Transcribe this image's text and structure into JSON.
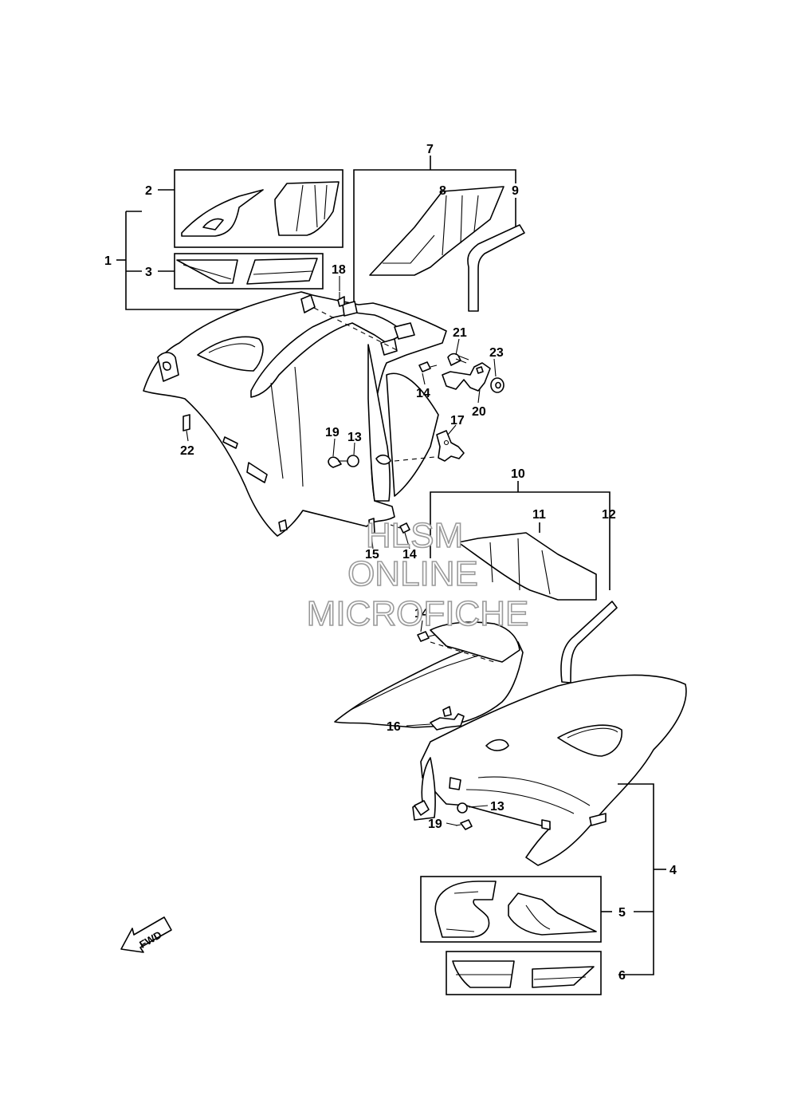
{
  "labels": {
    "p1": "1",
    "p2": "2",
    "p3": "3",
    "p4": "4",
    "p5": "5",
    "p6": "6",
    "p7": "7",
    "p8": "8",
    "p9": "9",
    "p10": "10",
    "p11": "11",
    "p12": "12",
    "p13a": "13",
    "p13b": "13",
    "p14a": "14",
    "p14b": "14",
    "p14c": "14",
    "p15": "15",
    "p16": "16",
    "p17": "17",
    "p18": "18",
    "p19a": "19",
    "p19b": "19",
    "p20": "20",
    "p21": "21",
    "p22": "22",
    "p23": "23"
  },
  "watermark": {
    "line1": "HLSM",
    "line2": "ONLINE",
    "line3": "MICROFICHE"
  },
  "fwd": "FWD"
}
